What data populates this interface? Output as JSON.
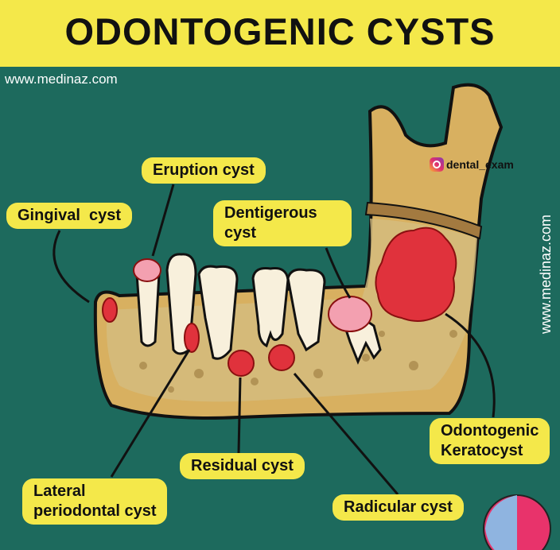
{
  "title": "ODONTOGENIC CYSTS",
  "website": "www.medinaz.com",
  "website_vertical": "www.medinaz.com",
  "instagram": "dental_exam",
  "labels": {
    "eruption": "Eruption cyst",
    "gingival": "Gingival  cyst",
    "dentigerous": "Dentigerous cyst",
    "keratocyst_1": "Odontogenic",
    "keratocyst_2": "Keratocyst",
    "residual": "Residual cyst",
    "lateral_1": "Lateral",
    "lateral_2": "periodontal cyst",
    "radicular": "Radicular cyst"
  },
  "colors": {
    "background": "#1d6a5d",
    "banner": "#f4e84a",
    "bone": "#d9b46a",
    "cyst": "#e0323c"
  }
}
